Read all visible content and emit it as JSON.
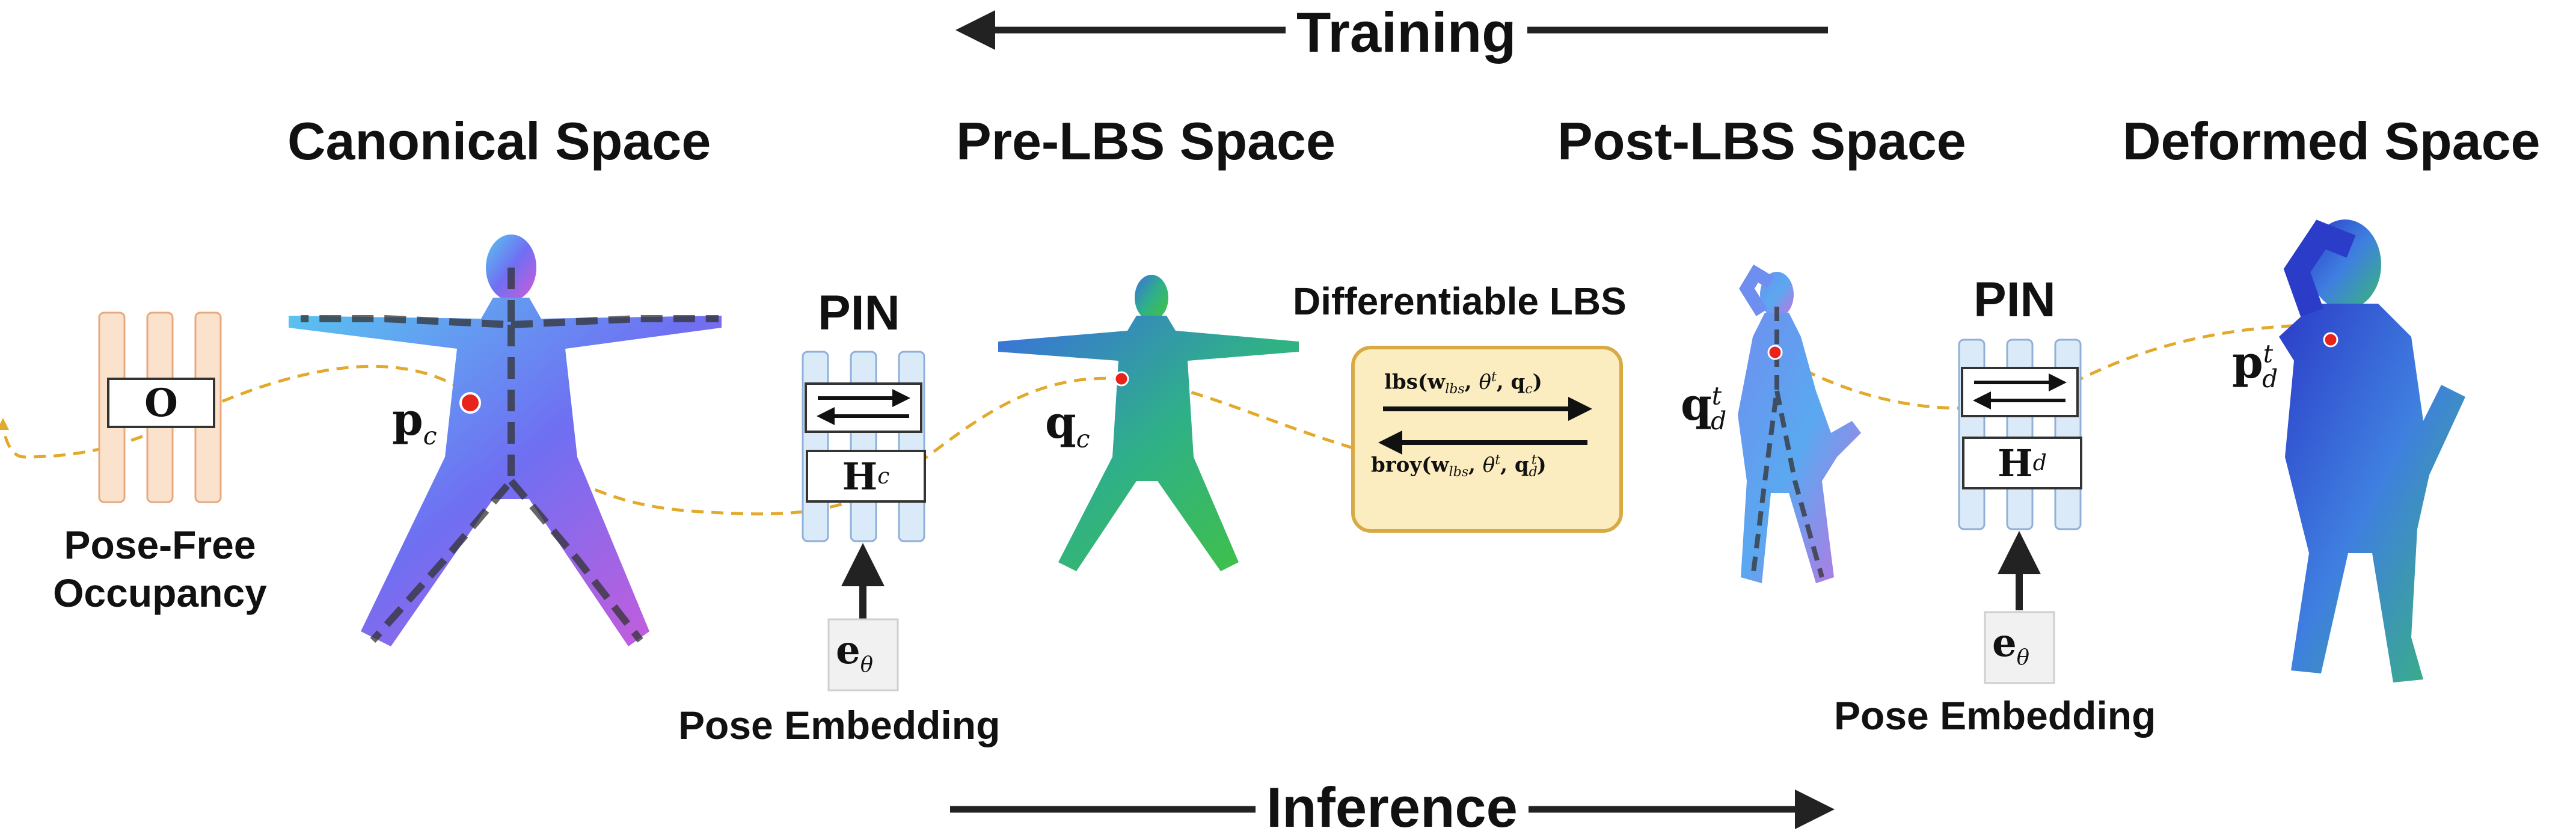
{
  "top_arrow": {
    "label": "Training"
  },
  "bottom_arrow": {
    "label": "Inference"
  },
  "spaces": {
    "canonical": "Canonical Space",
    "pre_lbs": "Pre-LBS Space",
    "post_lbs": "Post-LBS Space",
    "deformed": "Deformed Space"
  },
  "occupancy": {
    "box": "O",
    "label_line1": "Pose-Free",
    "label_line2": "Occupancy"
  },
  "pin_left": {
    "title": "PIN",
    "box": "H",
    "box_sub": "c",
    "embedding": "e",
    "embedding_sub": "θ",
    "embedding_label": "Pose Embedding"
  },
  "pin_right": {
    "title": "PIN",
    "box": "H",
    "box_sub": "d",
    "embedding": "e",
    "embedding_sub": "θ",
    "embedding_label": "Pose Embedding"
  },
  "points": {
    "pc": {
      "base": "p",
      "sub": "c"
    },
    "qc": {
      "base": "q",
      "sub": "c"
    },
    "qdt": {
      "base": "q",
      "sub": "d",
      "sup": "t"
    },
    "pdt": {
      "base": "p",
      "sub": "d",
      "sup": "t"
    }
  },
  "lbs": {
    "title": "Differentiable LBS",
    "forward": {
      "fn": "lbs",
      "w": "w",
      "w_sub": "lbs",
      "theta": "θ",
      "theta_sup": "t",
      "q": "q",
      "q_sub": "c"
    },
    "backward": {
      "fn": "broy",
      "w": "w",
      "w_sub": "lbs",
      "theta": "θ",
      "theta_sup": "t",
      "q": "q",
      "q_sub": "d",
      "q_sup": "t"
    }
  },
  "colors": {
    "network_fill_orange": "#fbe2cc",
    "network_fill_blue": "#dbeaf8",
    "lbs_fill": "#fcedc0",
    "lbs_border": "#d7aa45",
    "trajectory": "#e2a92a",
    "point": "#e8231c",
    "arrow": "#222222"
  }
}
